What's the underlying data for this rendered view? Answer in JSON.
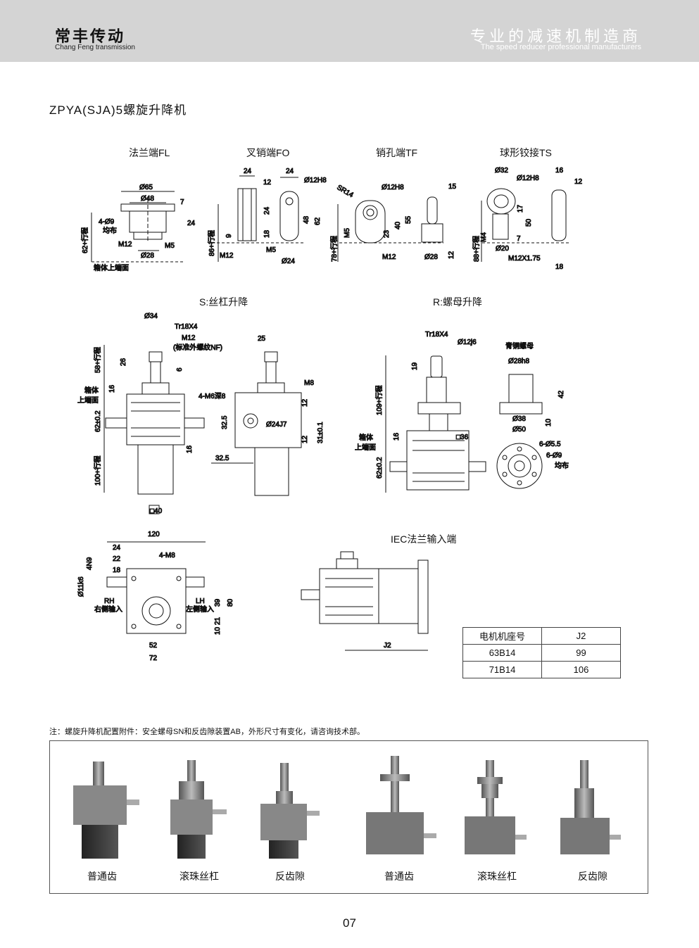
{
  "header": {
    "brand_cn": "常丰传动",
    "brand_en": "Chang Feng transmission",
    "slogan_cn": "专业的减速机制造商",
    "slogan_en": "The speed reducer professional manufacturers"
  },
  "title": "ZPYA(SJA)5螺旋升降机",
  "end_types": [
    "法兰端FL",
    "叉销端FO",
    "销孔端TF",
    "球形铰接TS"
  ],
  "sections": {
    "screw": "S:丝杠升降",
    "nut": "R:螺母升降",
    "iec": "IEC法兰输入端"
  },
  "dims": {
    "fl": [
      "Ø65",
      "Ø48",
      "4-Ø9",
      "均布",
      "7",
      "24",
      "M12",
      "M5",
      "Ø28",
      "62+行程",
      "箱体上端面"
    ],
    "fo": [
      "24",
      "12",
      "24",
      "Ø12H8",
      "24",
      "62",
      "48",
      "9",
      "18",
      "86+行程",
      "M12",
      "M5",
      "Ø24"
    ],
    "tf": [
      "SR14",
      "Ø12H8",
      "15",
      "40",
      "55",
      "23",
      "M5",
      "78+行程",
      "M12",
      "Ø28",
      "12"
    ],
    "ts": [
      "Ø32",
      "Ø12H8",
      "16",
      "12",
      "17",
      "50",
      "M4",
      "7",
      "88+行程",
      "Ø20",
      "M12X1.75",
      "18"
    ],
    "s": [
      "Ø34",
      "Tr18X4",
      "M12",
      "(标准外螺纹NF)",
      "26",
      "6",
      "58+行程",
      "16",
      "箱体",
      "上端面",
      "62±0.2",
      "16",
      "100+行程",
      "□40",
      "25",
      "M8",
      "4-M6深8",
      "12",
      "32.5",
      "Ø24J7",
      "12",
      "31±0.1",
      "32.5"
    ],
    "r": [
      "Tr18X4",
      "Ø12j6",
      "19",
      "109+行程",
      "16",
      "箱体",
      "上端面",
      "□36",
      "62±0.2",
      "青铜螺母",
      "Ø28h8",
      "42",
      "Ø38",
      "Ø50",
      "10",
      "6-Ø5.5",
      "6-Ø9",
      "均布"
    ],
    "top": [
      "120",
      "24",
      "22",
      "18",
      "4-M8",
      "4N9",
      "Ø11k6",
      "RH",
      "右侧输入",
      "LH",
      "左侧输入",
      "39",
      "80",
      "21",
      "10",
      "52",
      "72"
    ],
    "iec": [
      "J2"
    ]
  },
  "motor_table": {
    "headers": [
      "电机机座号",
      "J2"
    ],
    "rows": [
      [
        "63B14",
        "99"
      ],
      [
        "71B14",
        "106"
      ]
    ]
  },
  "note": "注：螺旋升降机配置附件：安全螺母SN和反齿隙装置AB，外形尺寸有变化，请咨询技术部。",
  "product_captions": [
    "普通齿",
    "滚珠丝杠",
    "反齿隙",
    "普通齿",
    "滚珠丝杠",
    "反齿隙"
  ],
  "page_number": "07",
  "colors": {
    "header_bg": "#d4d4d4",
    "slogan": "#ffffff"
  }
}
